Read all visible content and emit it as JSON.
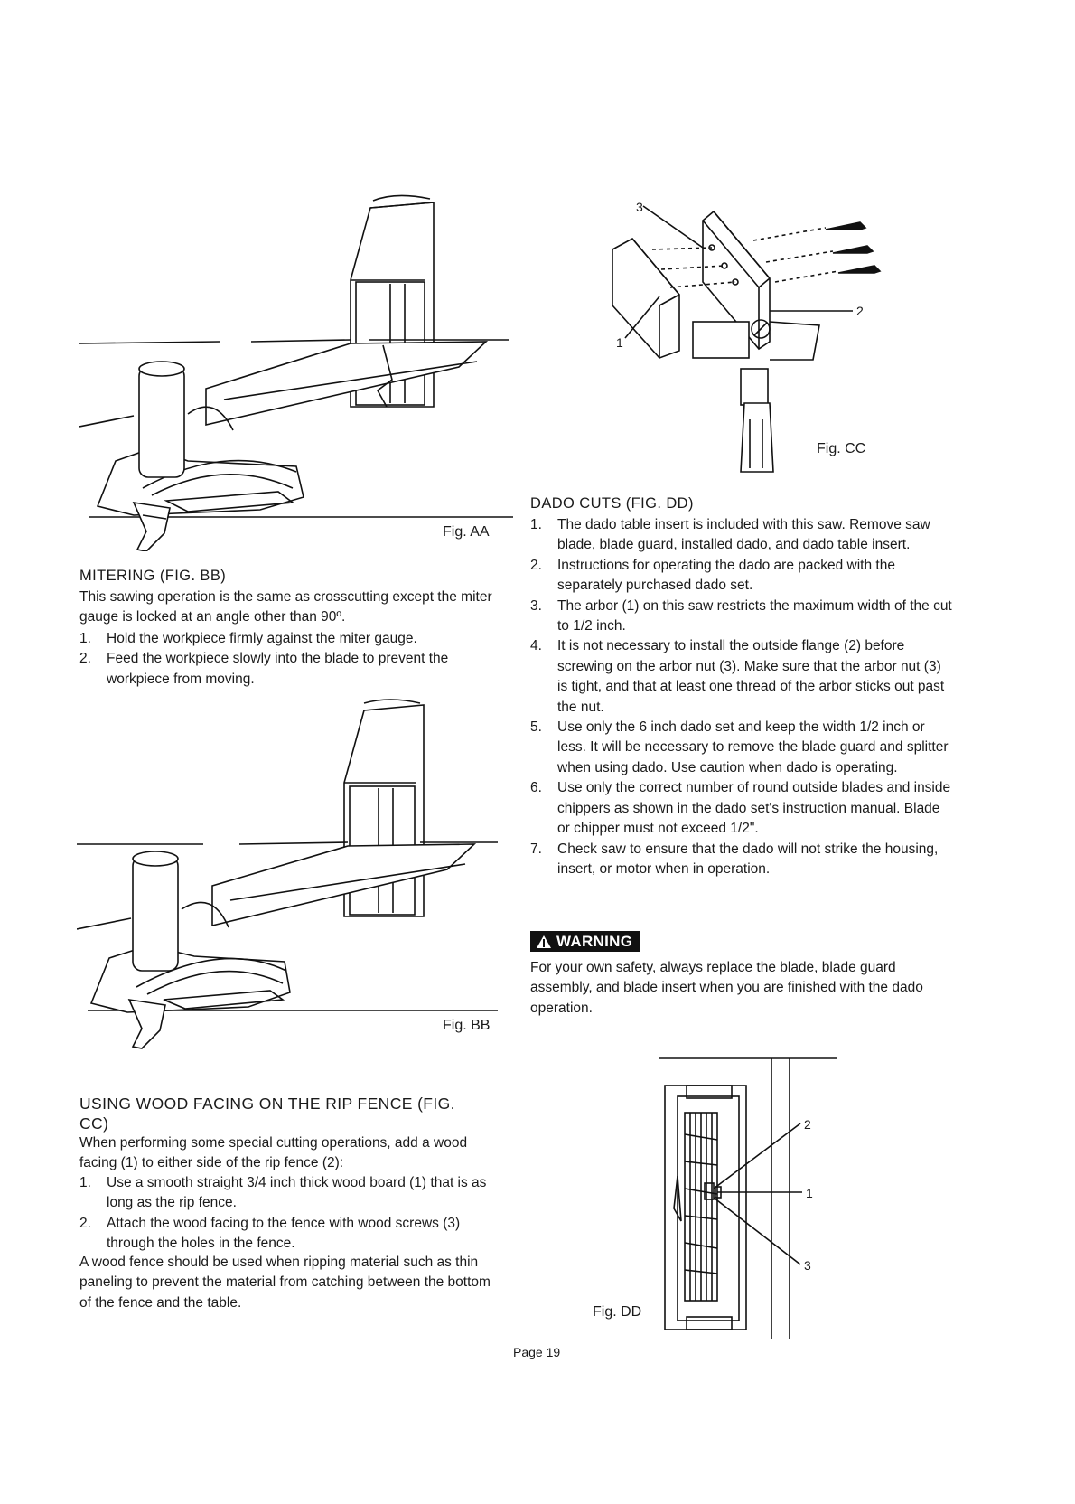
{
  "figures": {
    "aa": {
      "label": "Fig. AA"
    },
    "bb": {
      "label": "Fig. BB"
    },
    "cc": {
      "label": "Fig. CC",
      "callouts": [
        "1",
        "2",
        "3"
      ]
    },
    "dd": {
      "label": "Fig. DD",
      "callouts": [
        "1",
        "2",
        "3"
      ]
    }
  },
  "mitering": {
    "heading": "MITERING (FIG. BB)",
    "intro": "This sawing operation is the same as crosscutting except the miter gauge is locked at an angle other than 90º.",
    "steps": [
      {
        "num": "1.",
        "text": "Hold the workpiece firmly against the miter gauge."
      },
      {
        "num": "2.",
        "text": "Feed the workpiece slowly into the blade to prevent the workpiece from moving."
      }
    ]
  },
  "wood_facing": {
    "heading": "USING WOOD FACING ON THE RIP FENCE (FIG. CC)",
    "intro": "When performing some special cutting operations, add a wood facing (1) to either side of the rip fence (2):",
    "steps": [
      {
        "num": "1.",
        "text": "Use a smooth straight 3/4 inch thick wood board (1) that is as long as the rip fence."
      },
      {
        "num": "2.",
        "text": "Attach the wood facing to the fence with wood screws (3) through the holes in the fence."
      }
    ],
    "outro": "A wood fence should be used when ripping material such as thin paneling to prevent the material from catching between the bottom of the fence and the table."
  },
  "dado": {
    "heading": "DADO CUTS (FIG. DD)",
    "steps": [
      {
        "num": "1.",
        "text": "The dado table insert is included with this saw. Remove saw blade, blade guard, installed dado, and dado table insert."
      },
      {
        "num": "2.",
        "text": "Instructions for operating the dado are packed with the separately purchased dado set."
      },
      {
        "num": "3.",
        "text": "The arbor (1) on this saw restricts the maximum width of the cut to 1/2 inch."
      },
      {
        "num": "4.",
        "text": "It is not necessary to install the outside flange (2) before screwing on the arbor nut (3). Make sure that the arbor nut (3) is tight, and that at least one thread of the arbor sticks out past the nut."
      },
      {
        "num": "5.",
        "text": "Use only the 6 inch dado set and keep the width 1/2 inch or less. It will be necessary to remove the blade guard and splitter when using dado. Use caution when dado is operating."
      },
      {
        "num": "6.",
        "text": "Use only the correct number of round outside blades and inside chippers as shown in the dado set's instruction manual. Blade or chipper must not exceed 1/2\"."
      },
      {
        "num": "7.",
        "text": "Check saw to ensure that the dado will not strike the housing, insert, or motor when in operation."
      }
    ]
  },
  "warning": {
    "label": "WARNING",
    "text": "For your own safety, always replace the blade, blade guard assembly, and blade insert when you are finished with the dado operation."
  },
  "footer": {
    "page": "Page 19"
  }
}
